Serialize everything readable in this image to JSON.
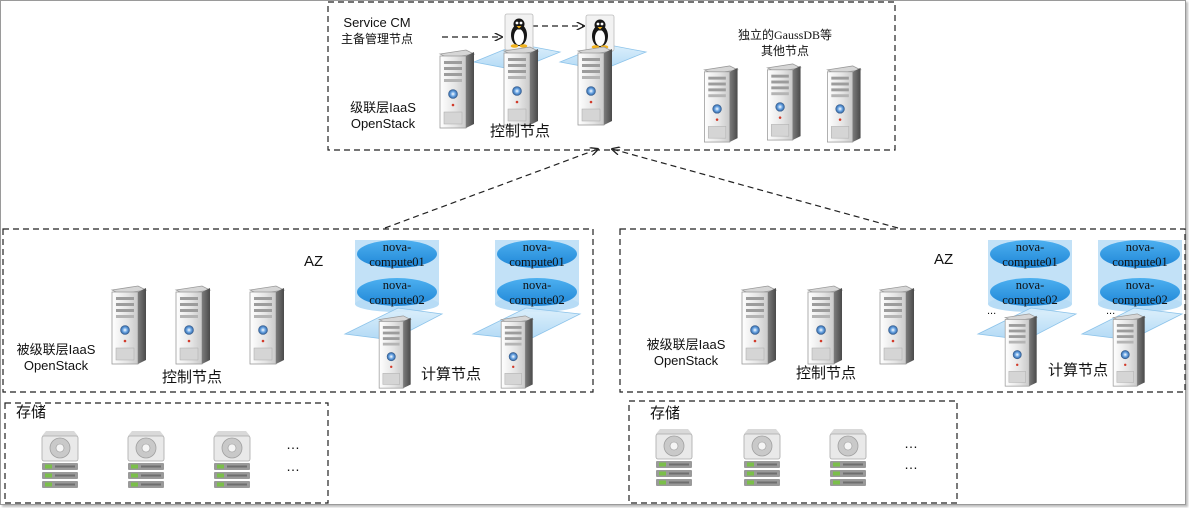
{
  "top": {
    "service_cm_line1": "Service CM",
    "service_cm_line2": "主备管理节点",
    "cascade_line1": "级联层IaaS",
    "cascade_line2": "OpenStack",
    "control_nodes": "控制节点",
    "gaussdb_line1": "独立的GaussDB等",
    "gaussdb_line2": "其他节点"
  },
  "left_az": {
    "az": "AZ",
    "cascaded_line1": "被级联层IaaS",
    "cascaded_line2": "OpenStack",
    "control_nodes": "控制节点",
    "compute_nodes": "计算节点",
    "nova1": [
      "nova-",
      "compute01"
    ],
    "nova2": [
      "nova-",
      "compute02"
    ]
  },
  "right_az": {
    "az": "AZ",
    "cascaded_line1": "被级联层IaaS",
    "cascaded_line2": "OpenStack",
    "control_nodes": "控制节点",
    "compute_nodes": "计算节点",
    "nova1": [
      "nova-",
      "compute01"
    ],
    "nova2": [
      "nova-",
      "compute02"
    ],
    "ellipsis": "..."
  },
  "left_storage": {
    "title": "存储",
    "ellipsis": "…"
  },
  "right_storage": {
    "title": "存储",
    "ellipsis": "…"
  },
  "colors": {
    "server_body": "#e9e9e9",
    "server_side": "#8c8c8c",
    "nova_ellipse": "#2f9be8",
    "nova_glass": "#b7dcf6",
    "disk_green": "#7bbf4a",
    "dash": "#222222"
  }
}
